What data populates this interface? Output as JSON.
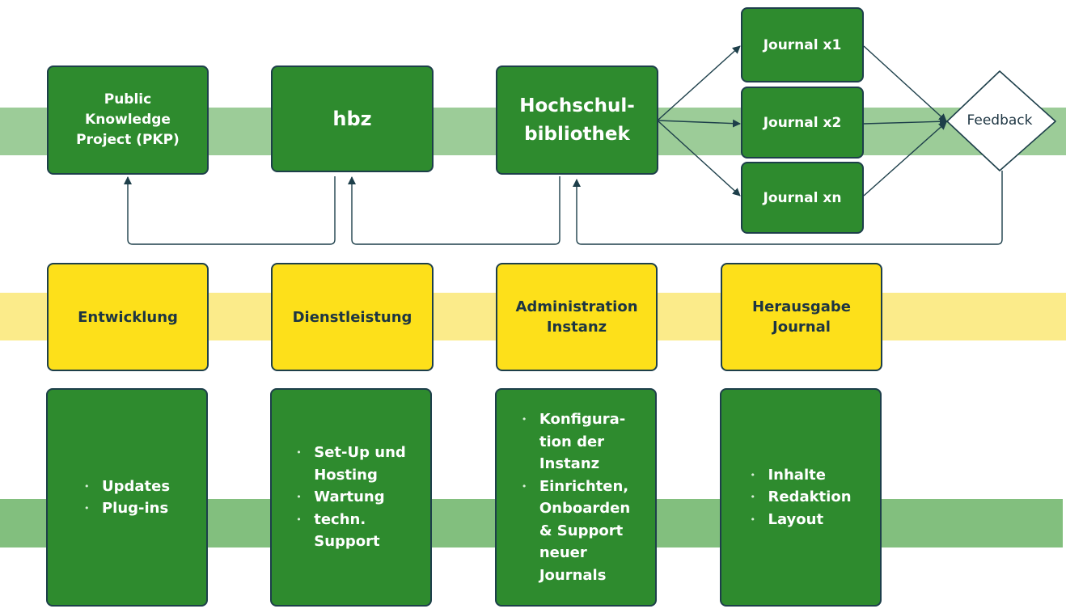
{
  "colors": {
    "box_green": "#2e8b2e",
    "box_yellow": "#fde01a",
    "band_green": "#9ccc98",
    "band_yellow": "#fbeb8a",
    "band_green_bottom": "#82bf7e",
    "arrow": "#1d3f4a"
  },
  "actors": {
    "pkp": "Public\nKnowledge\nProject (PKP)",
    "hbz": "hbz",
    "hochschule": "Hochschul-\nbibliothek",
    "journal_x1": "Journal x1",
    "journal_x2": "Journal x2",
    "journal_xn": "Journal xn",
    "feedback": "Feedback"
  },
  "roles": {
    "entwicklung": "Entwicklung",
    "dienstleistung": "Dienstleistung",
    "administration": "Administration\nInstanz",
    "herausgabe": "Herausgabe\nJournal"
  },
  "tasks": {
    "entwicklung": [
      "Updates",
      "Plug-ins"
    ],
    "dienstleistung": [
      "Set-Up und\nHosting",
      "Wartung",
      "techn.\nSupport"
    ],
    "administration": [
      "Konfigura-\ntion der\nInstanz",
      "Einrichten,\nOnboarden\n& Support\nneuer\nJournals"
    ],
    "herausgabe": [
      "Inhalte",
      "Redaktion",
      "Layout"
    ]
  }
}
